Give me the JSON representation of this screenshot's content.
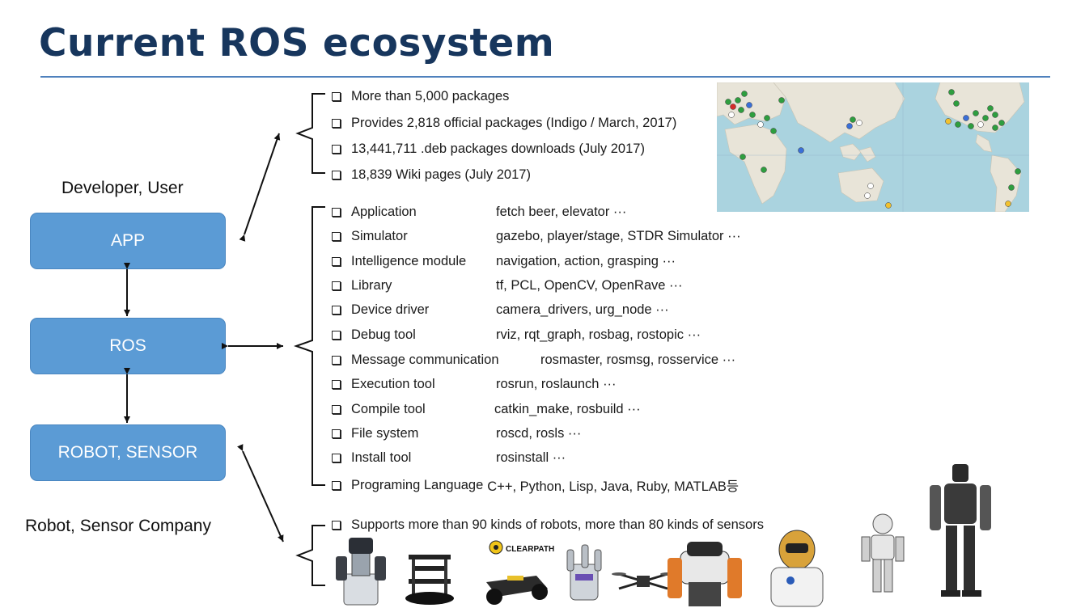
{
  "title": "Current ROS ecosystem",
  "labels": {
    "developer": "Developer, User",
    "company": "Robot, Sensor Company"
  },
  "boxes": {
    "app": "APP",
    "ros": "ROS",
    "robot": "ROBOT, SENSOR"
  },
  "stats": [
    "More than 5,000 packages",
    "Provides 2,818 official packages (Indigo / March, 2017)",
    "13,441,711 .deb packages downloads (July 2017)",
    "18,839 Wiki pages (July 2017)"
  ],
  "tools": [
    {
      "name": "Application",
      "examples": "fetch beer, elevator ···"
    },
    {
      "name": "Simulator",
      "examples": "gazebo, player/stage, STDR Simulator ···"
    },
    {
      "name": "Intelligence module",
      "examples": "navigation, action, grasping ···"
    },
    {
      "name": "Library",
      "examples": "tf, PCL, OpenCV, OpenRave ···"
    },
    {
      "name": "Device driver",
      "examples": "camera_drivers, urg_node ···"
    },
    {
      "name": "Debug tool",
      "examples": "rviz, rqt_graph, rosbag, rostopic ···"
    },
    {
      "name": "Message communication",
      "examples": "rosmaster, rosmsg, rosservice ···"
    },
    {
      "name": "Execution tool",
      "examples": "rosrun, roslaunch ···"
    },
    {
      "name": "Compile tool",
      "examples": "catkin_make, rosbuild ···"
    },
    {
      "name": "File system",
      "examples": "roscd, rosls ···"
    },
    {
      "name": "Install tool",
      "examples": "rosinstall ···"
    },
    {
      "name": "Programing Language",
      "examples": "C++, Python, Lisp, Java, Ruby, MATLAB등"
    }
  ],
  "robots": {
    "supports": "Supports more than 90 kinds of robots, more than 80 kinds of sensors",
    "brand": "CLEARPATH"
  },
  "colors": {
    "title": "#17365d",
    "rule": "#4f81bd",
    "box": "#5b9bd5",
    "map_water": "#aad3df",
    "map_land": "#e8e4d8"
  }
}
